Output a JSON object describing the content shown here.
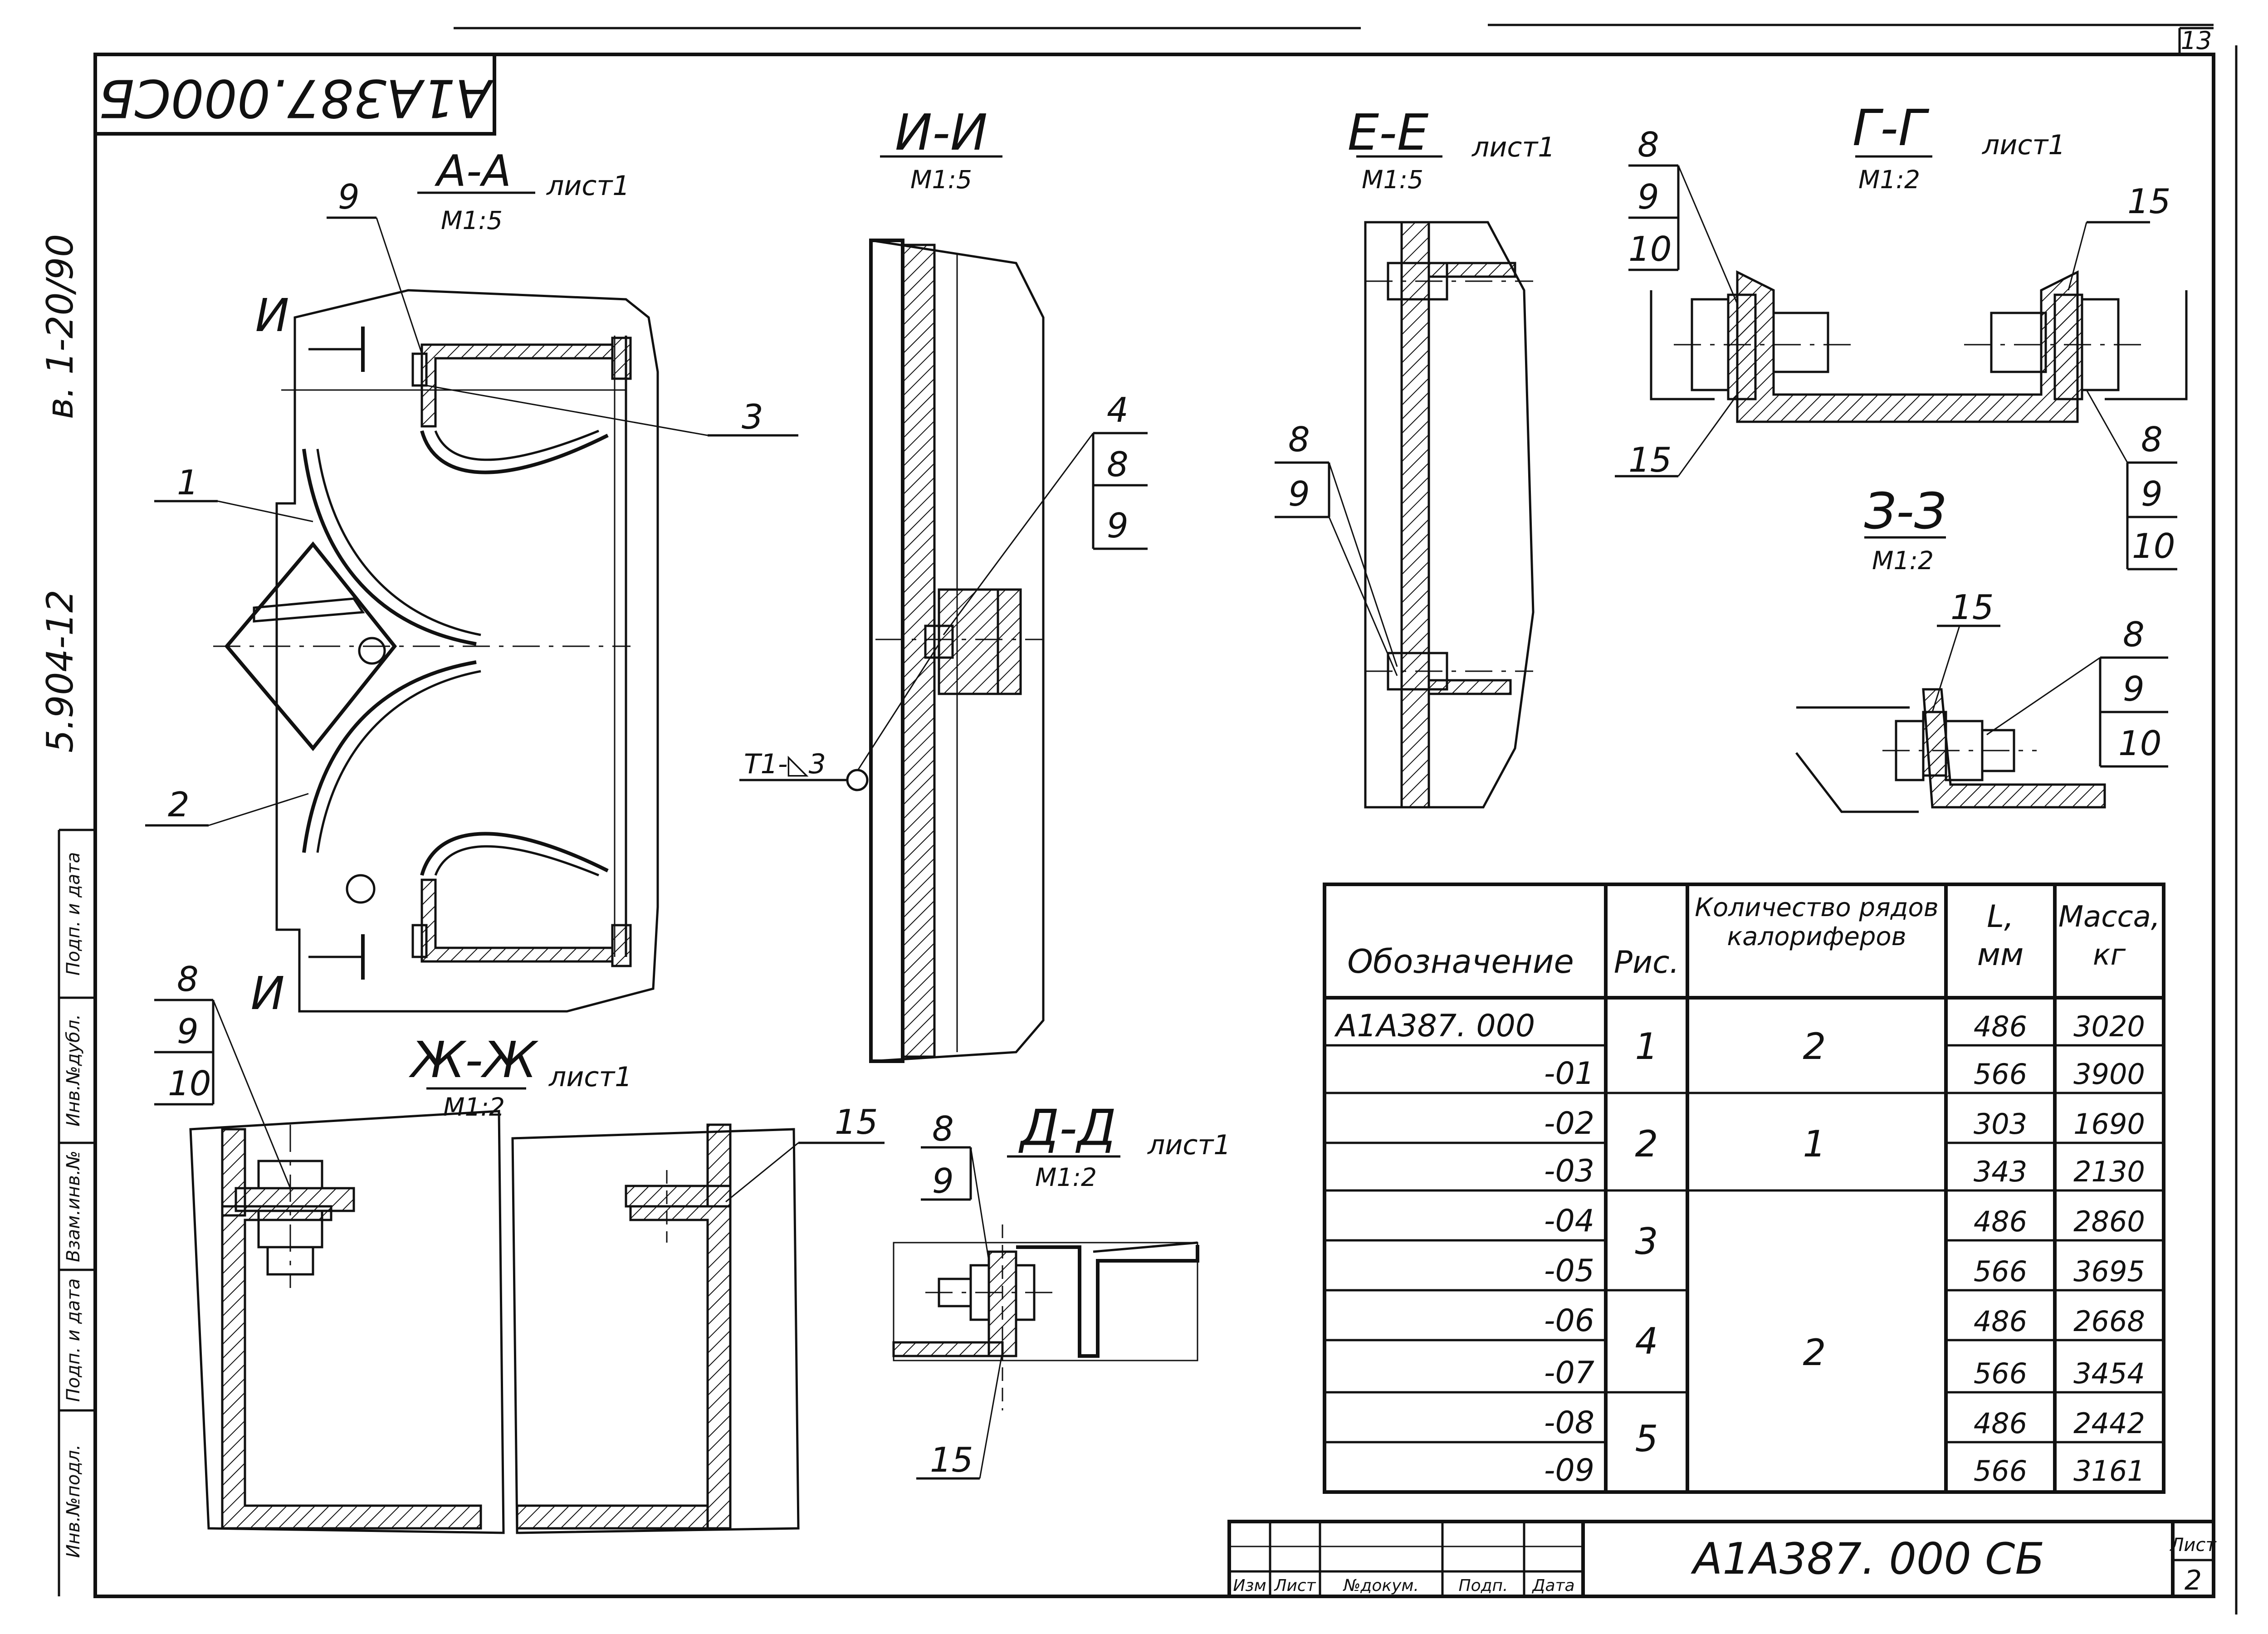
{
  "sheet_page_number": "13",
  "drawing_code_stamp": "А1А387.000СБ",
  "side_stamp": {
    "series": "5.904-12",
    "issue": "в. 1-20/90",
    "archive_fields": [
      "Инв.№подл.",
      "Подп. и дата",
      "Взам.инв.№",
      "Инв.№дубл.",
      "Подп. и дата"
    ]
  },
  "sections": {
    "aa": {
      "title": "А-А",
      "sheet_ref": "лист1",
      "scale": "М1:5"
    },
    "ii": {
      "title": "И-И",
      "scale": "М1:5"
    },
    "ee": {
      "title": "Е-Е",
      "sheet_ref": "лист1",
      "scale": "М1:5"
    },
    "gg": {
      "title": "Г-Г",
      "sheet_ref": "лист1",
      "scale": "М1:2"
    },
    "zz": {
      "title": "З-З",
      "scale": "М1:2"
    },
    "zhzh": {
      "title": "Ж-Ж",
      "sheet_ref": "лист1",
      "scale": "М1:2"
    },
    "dd": {
      "title": "Д-Д",
      "sheet_ref": "лист1",
      "scale": "М1:2"
    }
  },
  "cut_marks": {
    "i": "И"
  },
  "leaders": {
    "aa": [
      "9",
      "3",
      "1",
      "2"
    ],
    "ii": [
      "4",
      "8",
      "9"
    ],
    "weld": "Т1-◺3",
    "ee": [
      "8",
      "9"
    ],
    "gg_left": [
      "8",
      "9",
      "10"
    ],
    "gg_bottom": "15",
    "gg_right_top": "15",
    "gg_right": [
      "8",
      "9",
      "10"
    ],
    "zz_top": "15",
    "zz_right": [
      "8",
      "9",
      "10"
    ],
    "zhzh_left": [
      "8",
      "9",
      "10"
    ],
    "zhzh_right": "15",
    "dd": [
      "8",
      "9"
    ],
    "dd_bottom": "15"
  },
  "table": {
    "headers": {
      "designation": "Обозначение",
      "fig": "Рис.",
      "rows_count": "Количество рядов калориферов",
      "length": "L, мм",
      "mass": "Масса, кг"
    },
    "rows": [
      {
        "designation": "А1А387. 000",
        "length": "486",
        "mass": "3020"
      },
      {
        "designation": "-01",
        "length": "566",
        "mass": "3900"
      },
      {
        "designation": "-02",
        "length": "303",
        "mass": "1690"
      },
      {
        "designation": "-03",
        "length": "343",
        "mass": "2130"
      },
      {
        "designation": "-04",
        "length": "486",
        "mass": "2860"
      },
      {
        "designation": "-05",
        "length": "566",
        "mass": "3695"
      },
      {
        "designation": "-06",
        "length": "486",
        "mass": "2668"
      },
      {
        "designation": "-07",
        "length": "566",
        "mass": "3454"
      },
      {
        "designation": "-08",
        "length": "486",
        "mass": "2442"
      },
      {
        "designation": "-09",
        "length": "566",
        "mass": "3161"
      }
    ],
    "fig_groups": [
      "1",
      "2",
      "3",
      "4",
      "5"
    ],
    "rows_count_groups": [
      "2",
      "1",
      "2"
    ]
  },
  "title_block": {
    "columns": [
      "Изм",
      "Лист",
      "№докум.",
      "Подп.",
      "Дата"
    ],
    "designation": "А1А387. 000 СБ",
    "sheet_label": "Лист",
    "sheet_number": "2"
  }
}
